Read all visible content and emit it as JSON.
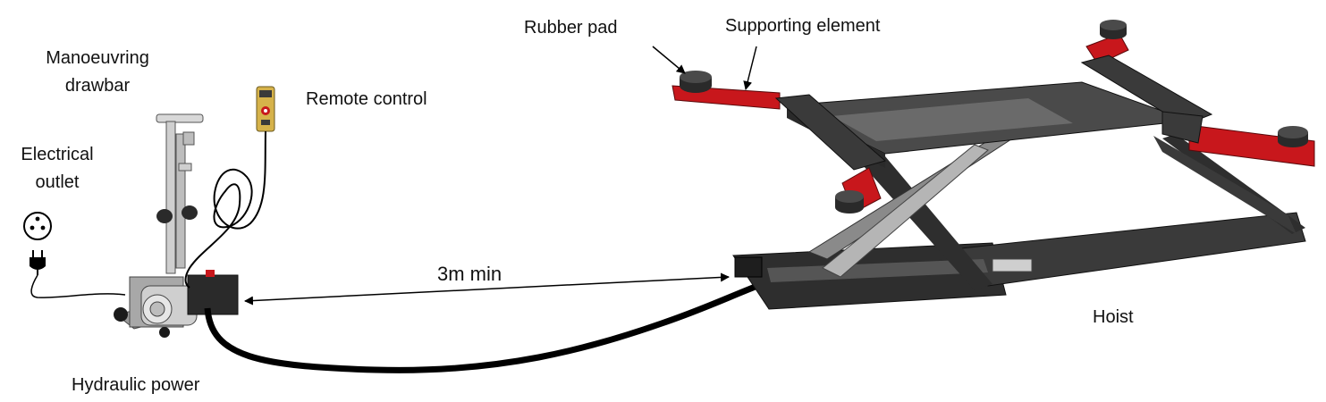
{
  "labels": {
    "drawbar_line1": "Manoeuvring",
    "drawbar_line2": "drawbar",
    "remote": "Remote control",
    "outlet_line1": "Electrical",
    "outlet_line2": "outlet",
    "hydraulic": "Hydraulic power",
    "distance": "3m min",
    "rubber_pad": "Rubber pad",
    "supporting": "Supporting element",
    "hoist": "Hoist"
  },
  "colors": {
    "frame": "#3a3a3a",
    "frame_dark": "#1e1e1e",
    "red_arm": "#c8171c",
    "pad": "#2a2a2a",
    "hose": "#000000",
    "platform": "#6a6a6a",
    "light_metal": "#cfcfcf",
    "remote_body": "#d6b24a"
  }
}
